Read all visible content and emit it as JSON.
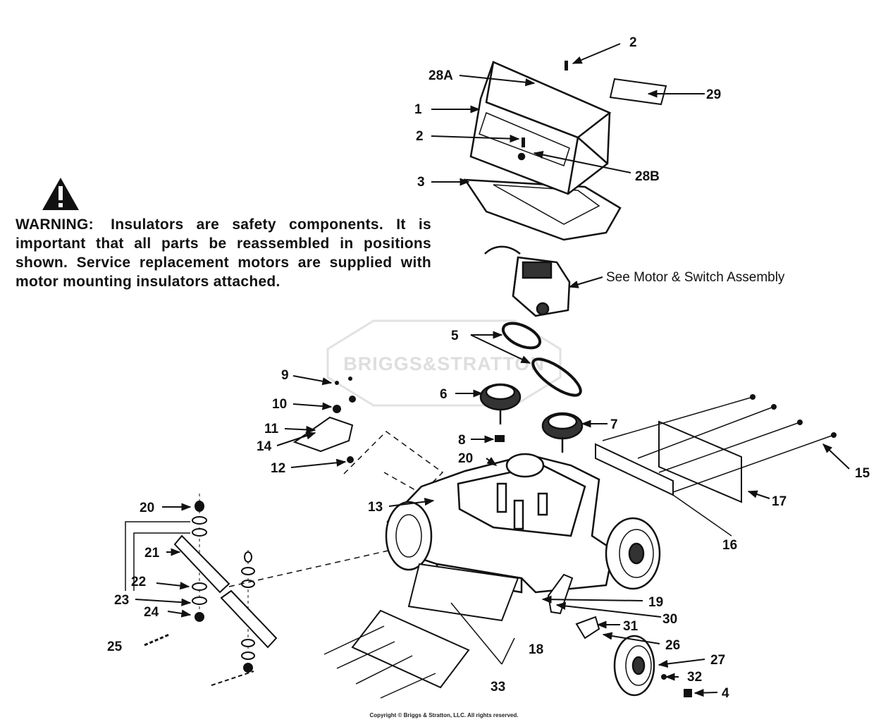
{
  "warning": {
    "label": "WARNING:",
    "text": "Insulators are safety components. It is important that all parts be reassembled in positions shown. Service replacement motors are supplied with motor mounting insulators attached."
  },
  "callout_motor": "See Motor & Switch Assembly",
  "watermark": "BRIGGS&STRATTON",
  "copyright": "Copyright © Briggs & Stratton, LLC. All rights reserved.",
  "part_numbers": {
    "p1": "1",
    "p2a": "2",
    "p2b": "2",
    "p3": "3",
    "p4": "4",
    "p5": "5",
    "p6": "6",
    "p7": "7",
    "p8": "8",
    "p9": "9",
    "p10": "10",
    "p11": "11",
    "p12": "12",
    "p13": "13",
    "p14": "14",
    "p15": "15",
    "p16": "16",
    "p17": "17",
    "p18": "18",
    "p19": "19",
    "p20a": "20",
    "p20b": "20",
    "p21": "21",
    "p22": "22",
    "p23": "23",
    "p24": "24",
    "p25": "25",
    "p26": "26",
    "p27": "27",
    "p28a": "28A",
    "p28b": "28B",
    "p29": "29",
    "p30": "30",
    "p31": "31",
    "p32": "32",
    "p33": "33"
  }
}
